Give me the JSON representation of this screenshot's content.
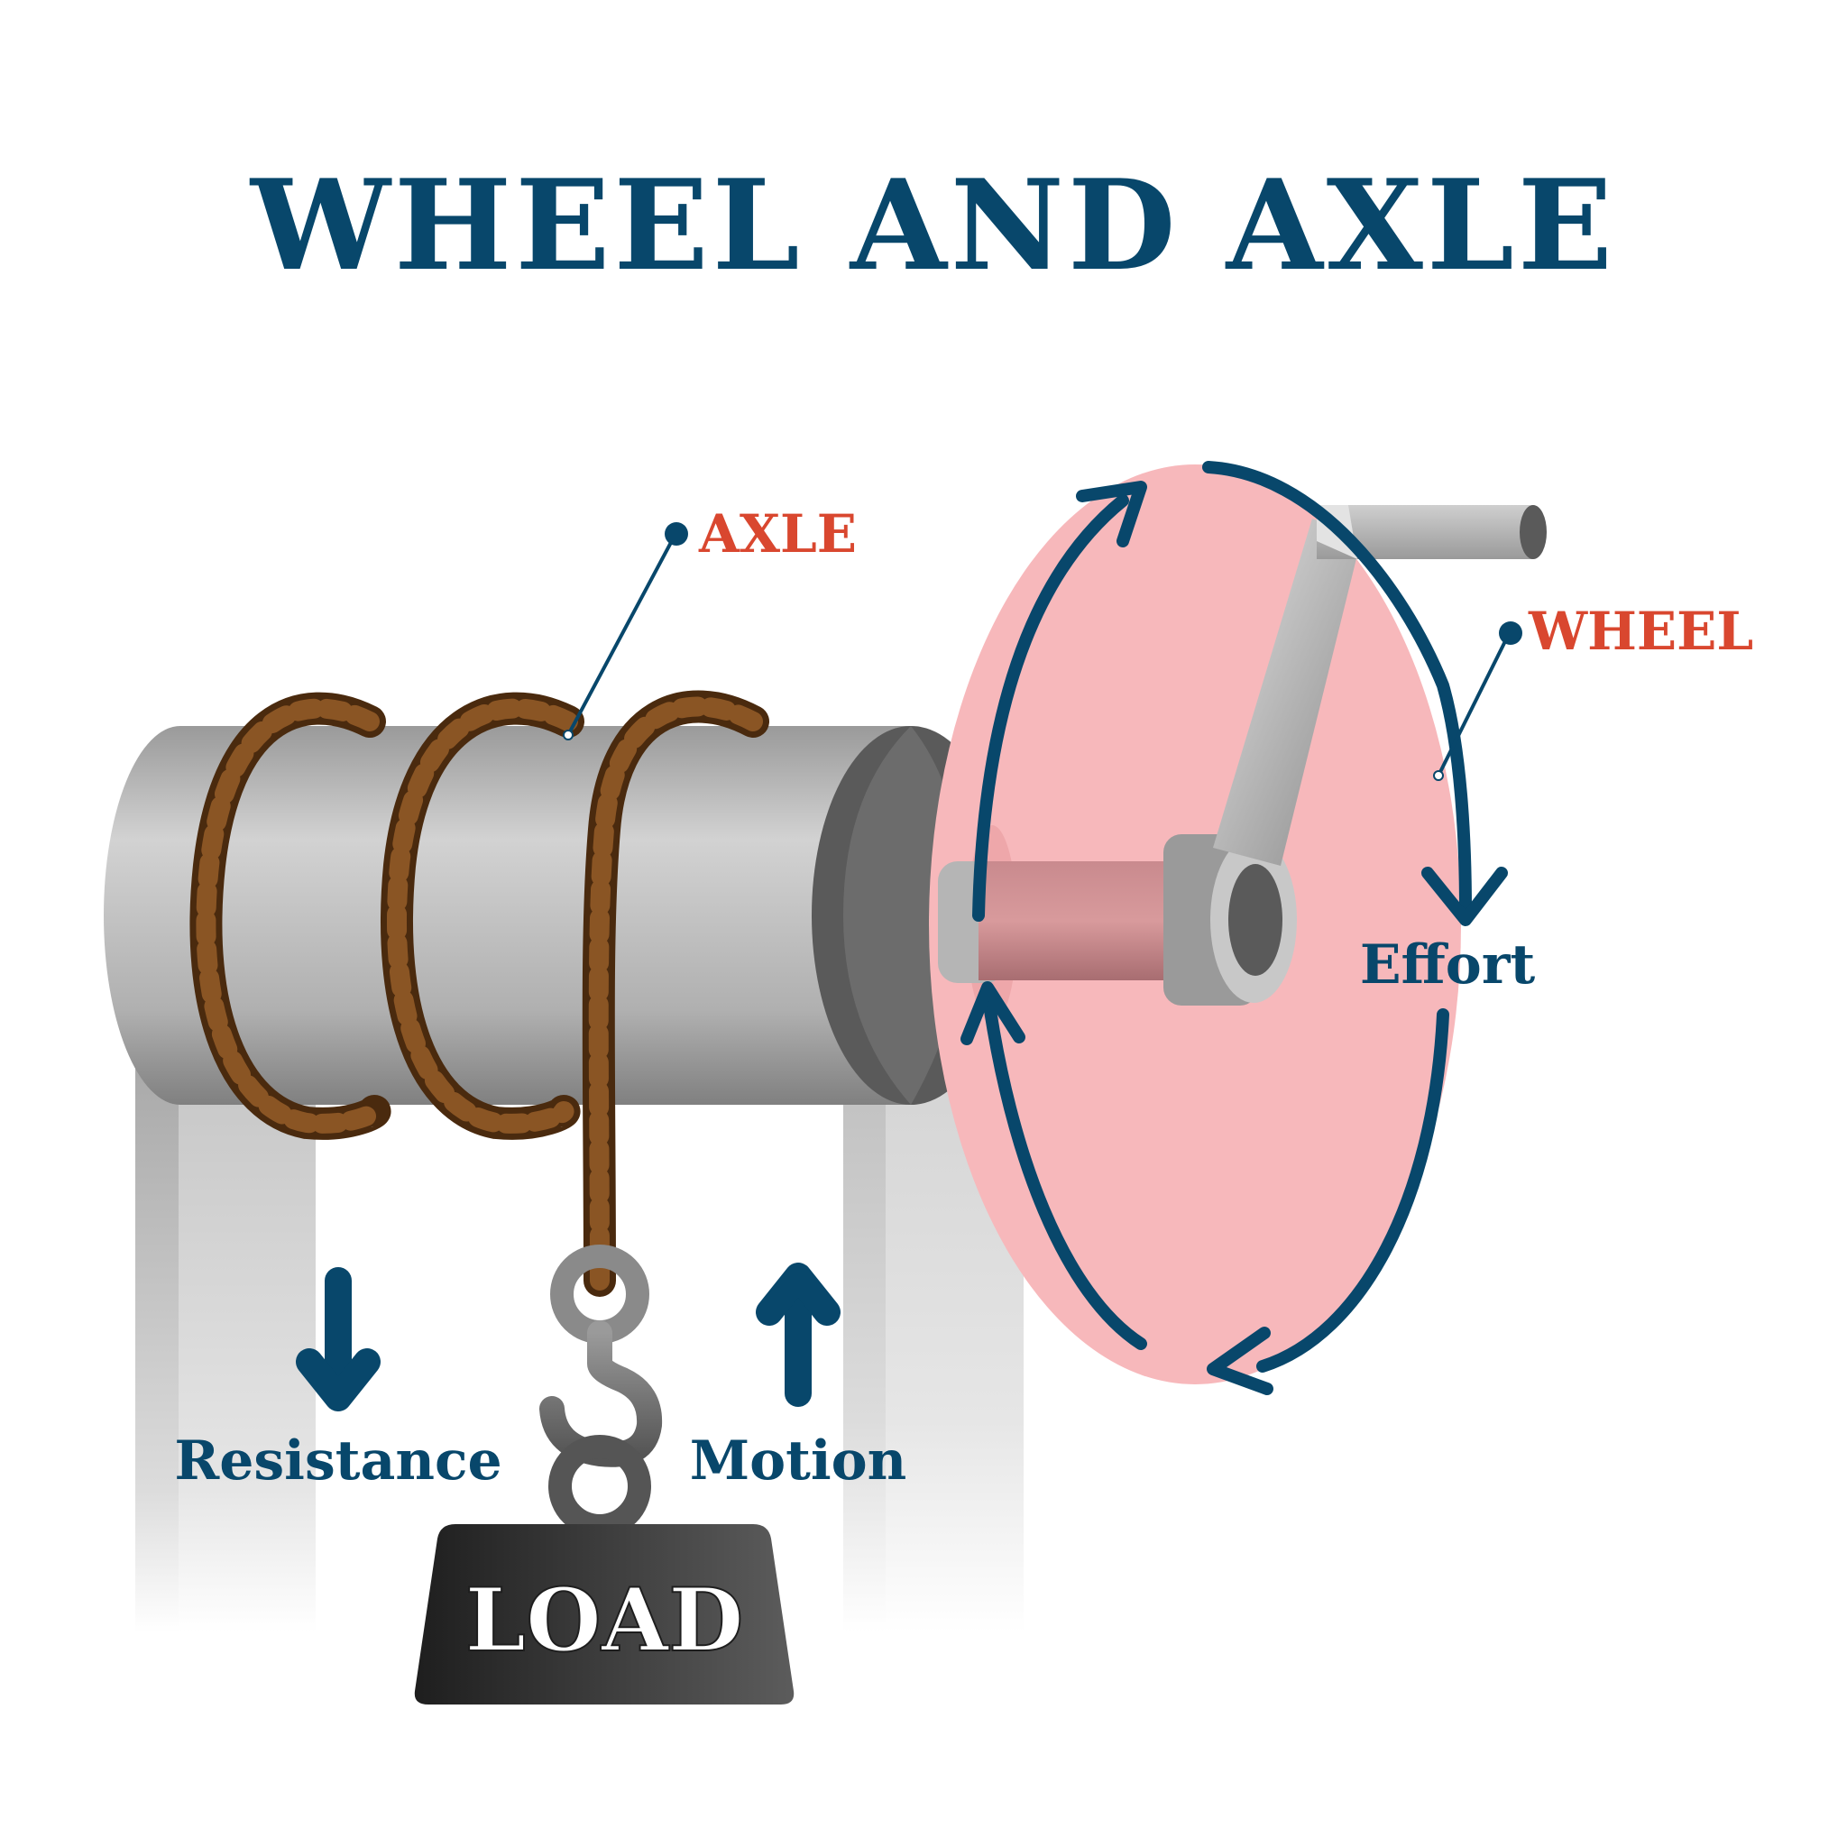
{
  "title": "WHEEL AND AXLE",
  "labels": {
    "axle": "AXLE",
    "wheel": "WHEEL",
    "effort": "Effort",
    "resistance": "Resistance",
    "motion": "Motion",
    "load": "LOAD"
  },
  "colors": {
    "navy": "#08476B",
    "red_label": "#D9472F",
    "wheel_fill": "#F7B8BB",
    "axle_light": "#C4C4C4",
    "axle_dark": "#5A5A5A",
    "rope_brown": "#7A4A1E",
    "rope_dark": "#4A2A0E",
    "load_dark": "#2B2B2B",
    "background": "#FFFFFF"
  },
  "icons": [
    "resistance-arrow-down-icon",
    "motion-arrow-up-icon",
    "effort-arrow-down-icon",
    "rotation-arrow-icon",
    "hook-icon",
    "crank-handle-icon"
  ]
}
